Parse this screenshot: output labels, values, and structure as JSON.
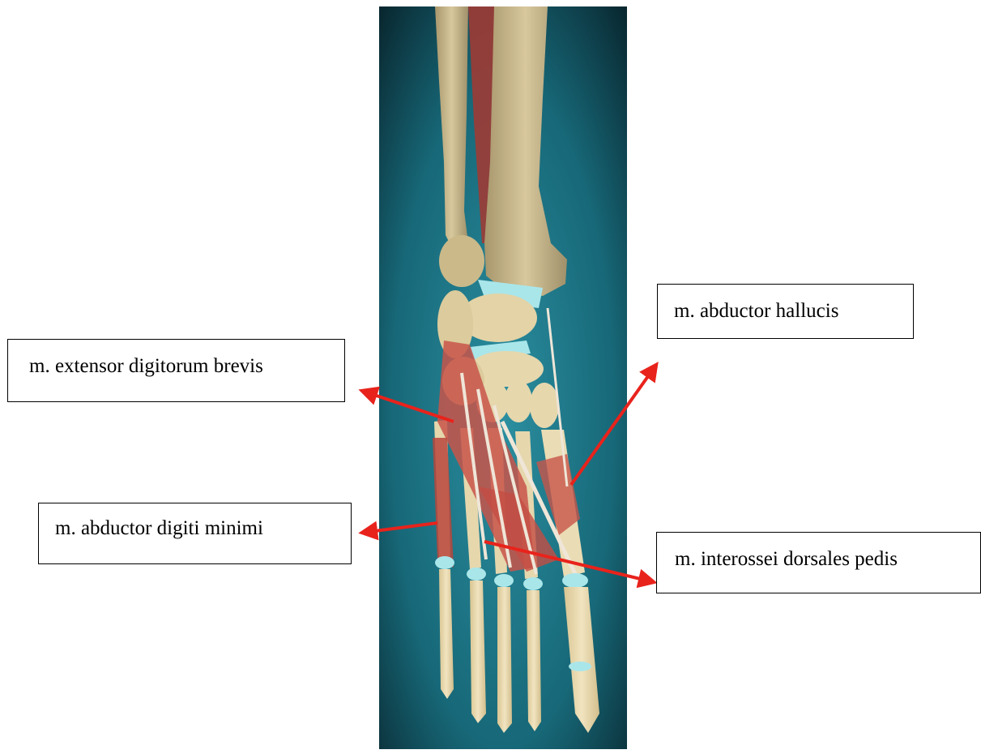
{
  "labels": {
    "abductor_hallucis": "m. abductor hallucis",
    "extensor_digitorum_brevis": "m. extensor digitorum brevis",
    "abductor_digiti_minimi": "m. abductor digiti minimi",
    "interossei_dorsales_pedis": "m. interossei dorsales pedis"
  },
  "colors": {
    "background_dark": "#0a2a33",
    "background_teal": "#1f7c8c",
    "bone": "#e6d7ad",
    "cartilage": "#a9e6ea",
    "muscle": "#c8554a",
    "arrow": "#e8231c"
  }
}
